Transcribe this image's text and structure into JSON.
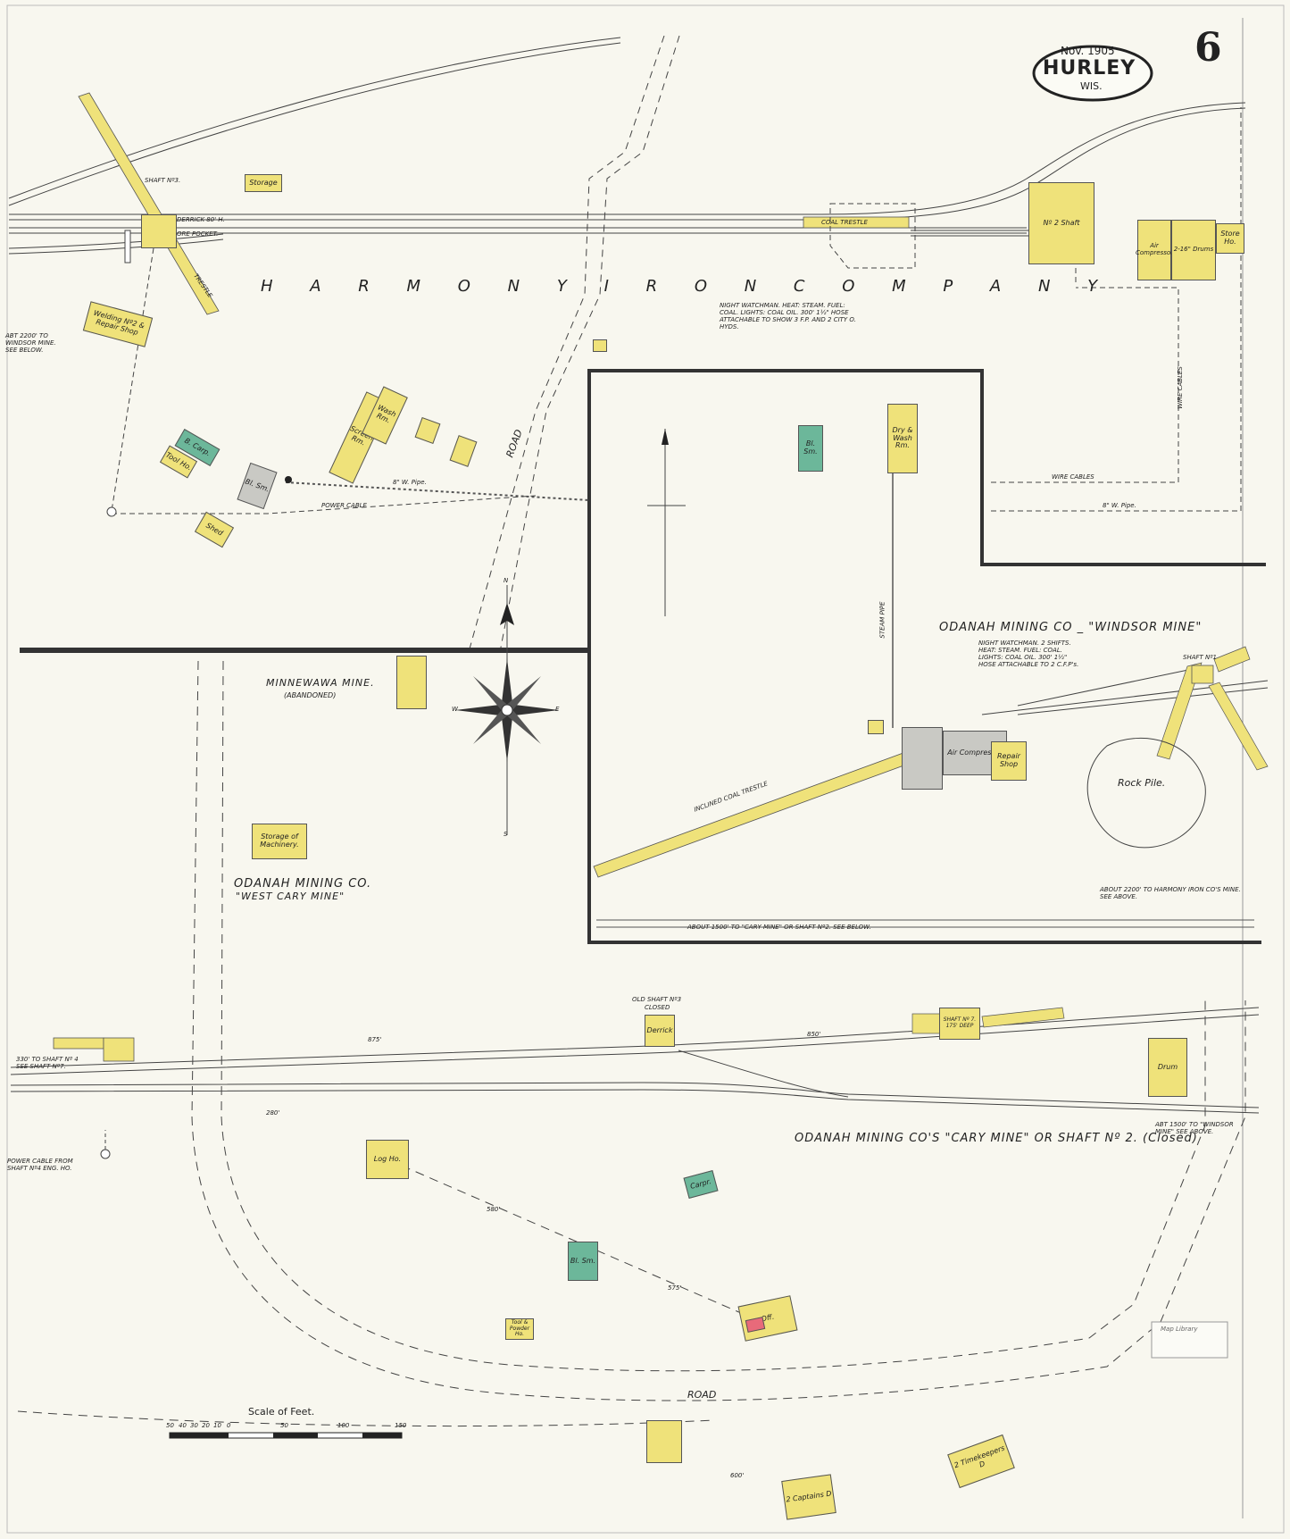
{
  "header": {
    "date": "Nov. 1905",
    "town": "HURLEY",
    "state": "WIS.",
    "sheet_number": "6"
  },
  "companies": {
    "harmony": "H A R M O N Y   I R O N   C O M P A N Y",
    "windsor": "ODANAH MINING CO _ \"WINDSOR MINE\"",
    "west_cary": "ODANAH MINING CO.",
    "west_cary_sub": "\"WEST CARY MINE\"",
    "cary": "ODANAH MINING CO'S \"CARY MINE\" OR SHAFT Nº 2. (Closed)",
    "minnewawa": "MINNEWAWA MINE.",
    "minnewawa_sub": "(ABANDONED)"
  },
  "labels": {
    "coal_trestle": "COAL TRESTLE",
    "trestle": "TRESTLE",
    "road": "ROAD",
    "road2": "ROAD",
    "rock_pile": "Rock Pile.",
    "inclined_coal_trestle": "INCLINED COAL TRESTLE",
    "wire_cables": "WIRE CABLES",
    "wire_cables2": "WIRE CABLES",
    "w_pipe": "8\" W. Pipe.",
    "w_pipe2": "8\" W. Pipe.",
    "power_cable": "POWER CABLE",
    "steam_pipe": "STEAM PIPE",
    "shaft3": "SHAFT Nº3.",
    "derrick": "DERRICK 80' H.",
    "ore_pocket": "ORE POCKET.",
    "shaft1": "SHAFT Nº1",
    "old_shaft": "OLD SHAFT Nº3",
    "closed": "CLOSED",
    "harmony_note": "NIGHT WATCHMAN. HEAT: STEAM. FUEL: COAL. LIGHTS: COAL OIL. 300' 1½\" HOSE ATTACHABLE TO SHOW 3 F.P. AND 2 CITY O. HYDS.",
    "windsor_note": "NIGHT WATCHMAN. 2 SHIFTS. HEAT: STEAM. FUEL: COAL. LIGHTS: COAL OIL. 300' 1½\" HOSE ATTACHABLE TO 2 C.F.P's.",
    "note_2200": "ABT 2200' TO WINDSOR MINE. SEE BELOW.",
    "note_harmony": "ABOUT 2200' TO HARMONY IRON CO'S MINE. SEE ABOVE.",
    "note_1500": "ABOUT 1500' TO \"CARY MINE\" OR SHAFT Nº2. SEE BELOW.",
    "note_1500b": "ABT 1500' TO \"WINDSOR MINE\" SEE ABOVE.",
    "note_330": "330' TO SHAFT Nº 4 SEE SHAFT Nº7.",
    "power_cable_from": "POWER CABLE FROM SHAFT Nº4 ENG. HO.",
    "d875": "875'",
    "d850": "850'",
    "d280": "280'",
    "d580": "580'",
    "d575": "575'",
    "d600": "600'",
    "compass_n": "N",
    "compass_s": "S",
    "compass_e": "E",
    "compass_w": "W",
    "map_stamp": "Map Library"
  },
  "buildings": {
    "storage_j": "Storage",
    "shop_a": "Welding Nº2 & Repair Shop",
    "carp": "B. Carp.",
    "tool": "Tool Ho.",
    "shed": "Shed",
    "bl_sm": "Bl. Sm.",
    "wash": "Wash Rm.",
    "screen": "Screen Rm.",
    "dry": "Dry & Wash Rm.",
    "bl_sm_l": "Bl. Sm.",
    "storage_p": "Storage of Machinery.",
    "c_house": "Nº 2 Shaft",
    "d_house": "Air Compressor",
    "store": "Store Ho.",
    "engine": "2-16\" Drums",
    "o_comp": "Air Compressor",
    "o_repair": "Repair Shop",
    "derrick_b": "Derrick",
    "log_ho": "Log Ho.",
    "carpr": "Carpr.",
    "bl_sm_u": "Bl. Sm.",
    "off": "Off.",
    "tool_ho": "Tool & Powder Ho.",
    "captains": "2 Captains D",
    "timekeeper": "2 Timekeepers D",
    "drum_b": "Drum",
    "shaft7": "SHAFT Nº 7. 175' DEEP"
  },
  "scale": {
    "title": "Scale of Feet.",
    "ticks": [
      "50",
      "40",
      "30",
      "20",
      "10",
      "0",
      "50",
      "100",
      "150"
    ]
  },
  "colors": {
    "frame": "#f8f7ef",
    "wood": "#efe27a",
    "brick": "#e86a7a",
    "stone": "#6cb79a",
    "iron": "#c9c9c4",
    "ink": "#222222"
  }
}
